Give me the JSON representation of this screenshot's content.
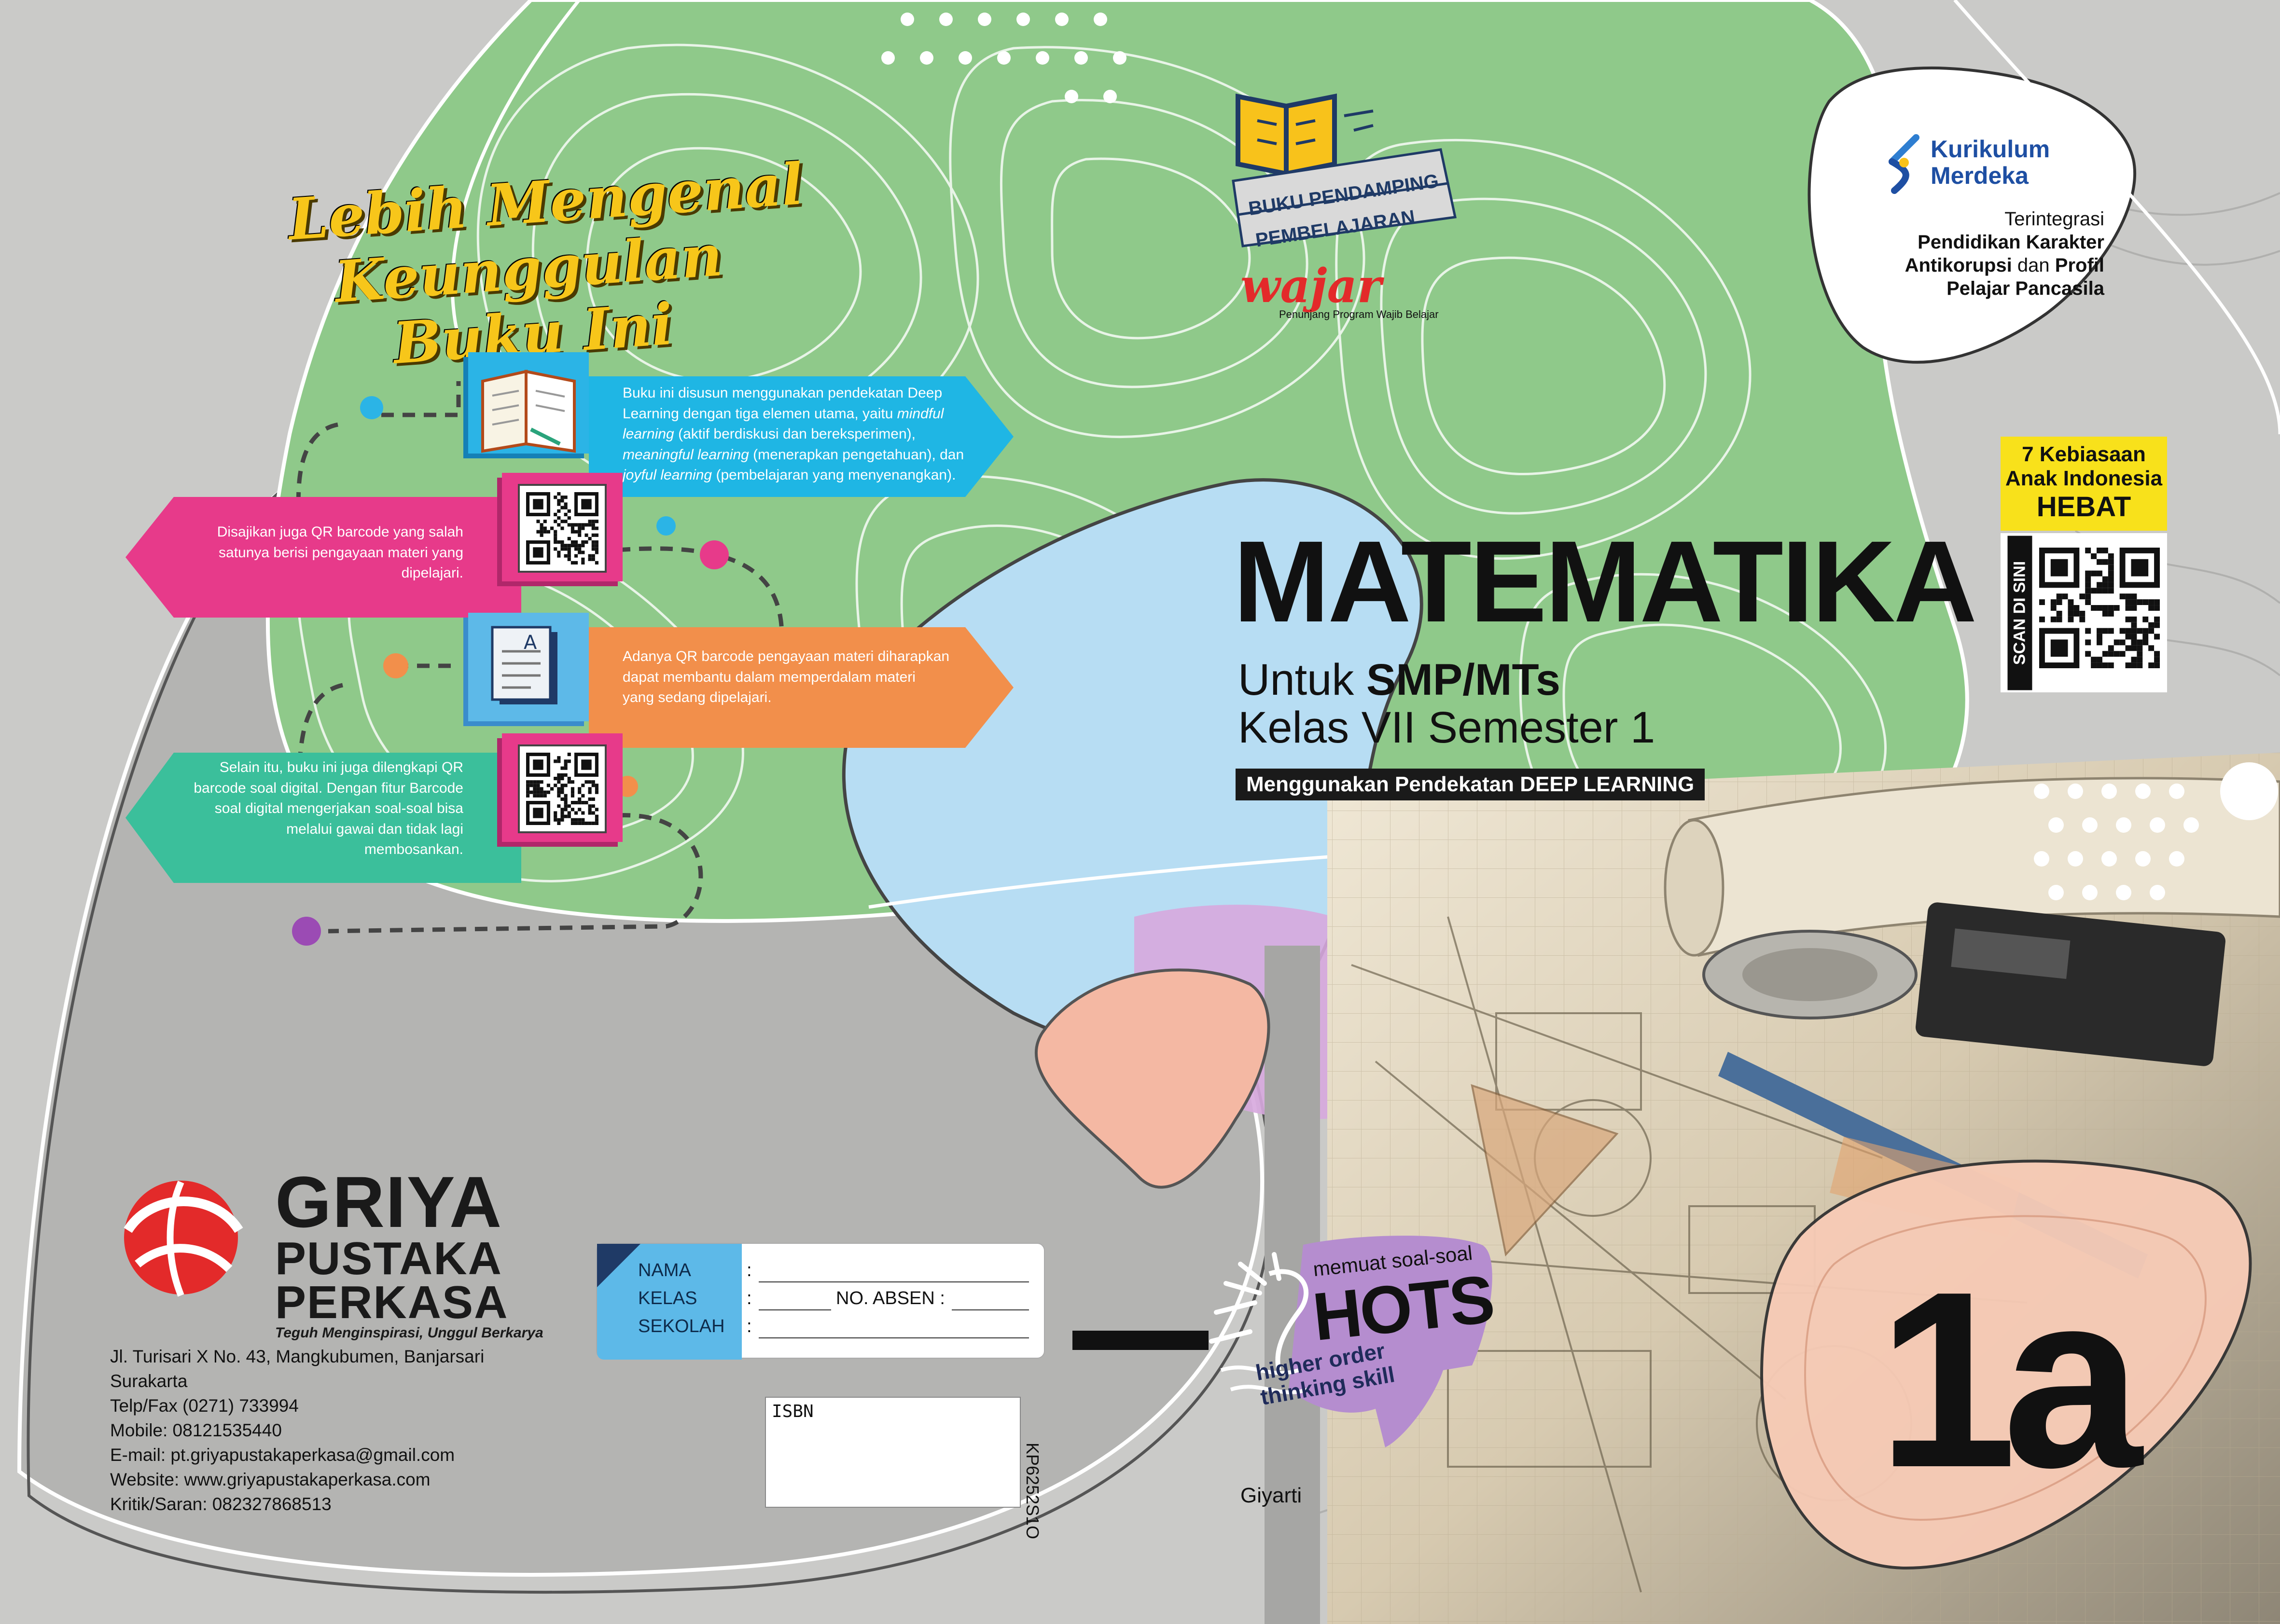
{
  "back_cover": {
    "headline": [
      "Lebih Mengenal",
      "Keunggulan Buku Ini"
    ],
    "features": [
      {
        "text_parts": [
          {
            "t": "Buku ini disusun menggunakan pendekatan Deep Learning dengan tiga elemen utama, yaitu "
          },
          {
            "t": "mindful learning",
            "i": true
          },
          {
            "t": " (aktif berdiskusi dan bereksperimen), "
          },
          {
            "t": "meaningful learning",
            "i": true
          },
          {
            "t": " (menerapkan pengetahuan), dan "
          },
          {
            "t": "joyful learning",
            "i": true
          },
          {
            "t": " (pembelajaran yang menyenangkan)."
          }
        ]
      },
      {
        "text": "Disajikan juga QR barcode yang salah satunya berisi pengayaan materi yang dipelajari."
      },
      {
        "text": "Adanya QR barcode pengayaan materi diharapkan dapat membantu dalam memperdalam materi yang sedang dipelajari."
      },
      {
        "text": "Selain itu, buku ini juga dilengkapi QR barcode soal digital. Dengan fitur Barcode soal digital mengerjakan soal-soal bisa melalui gawai dan tidak lagi membosankan."
      }
    ],
    "colors": {
      "cyan": "#1fb6e4",
      "pink": "#e73a8a",
      "orange": "#f28f4b",
      "teal": "#3bbf9b"
    },
    "publisher": {
      "name_lines": [
        "GRIYA",
        "PUSTAKA",
        "PERKASA"
      ],
      "tagline": "Teguh Menginspirasi, Unggul Berkarya",
      "address_lines": [
        "Jl. Turisari X No. 43, Mangkubumen, Banjarsari",
        "Surakarta",
        "Telp/Fax (0271) 733994",
        "Mobile: 08121535440",
        "E-mail: pt.griyapustakaperkasa@gmail.com",
        "Website: www.griyapustakaperkasa.com",
        "Kritik/Saran: 082327868513"
      ]
    }
  },
  "spine": {
    "badge": [
      "BUKU PENDAMPING",
      "PEMBELAJARAN"
    ],
    "wajar": "wajar",
    "wajar_tag": "Penunjang Program Wajib Belajar",
    "form": {
      "nama": "NAMA",
      "kelas": "KELAS",
      "sekolah": "SEKOLAH",
      "absen": "NO. ABSEN :"
    },
    "isbn": "ISBN",
    "code": "KP6252S1O"
  },
  "front_cover": {
    "title": "MATEMATIKA",
    "subtitle_prefix": "Untuk ",
    "subtitle_bold": "SMP/MTs",
    "subtitle2": "Kelas VII Semester 1",
    "approach": "Menggunakan Pendekatan DEEP LEARNING",
    "kurikulum": {
      "name": [
        "Kurikulum",
        "Merdeka"
      ],
      "line1": "Terintegrasi",
      "line2": "Pendidikan Karakter",
      "line3a": "Antikorupsi",
      "line3b": " dan ",
      "line3c": "Profil",
      "line4": "Pelajar Pancasila"
    },
    "habits": [
      "7 Kebiasaan",
      "Anak Indonesia",
      "HEBAT"
    ],
    "scan": "SCAN DI SINI",
    "hots": {
      "top": "memuat soal-soal",
      "main": "HOTS",
      "l1": "higher order",
      "l2": "thinking skill"
    },
    "grade": "1a",
    "author": "Giyarti"
  }
}
